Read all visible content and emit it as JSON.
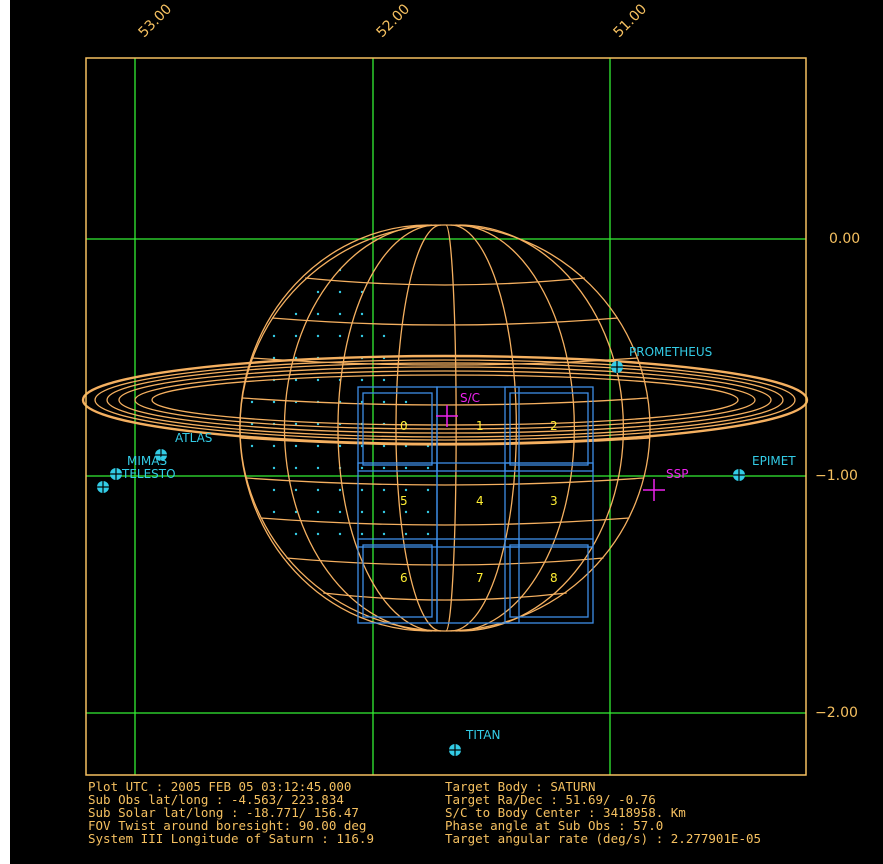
{
  "colors": {
    "background": "#000000",
    "frame": "#f5c060",
    "grid": "#33ee33",
    "planet": "#f5b060",
    "footprint": "#3d8ee6",
    "moon": "#33cce6",
    "marker": "#ee22ee",
    "tile_label": "#ffee33"
  },
  "ra_ticks": [
    "53.00",
    "52.00",
    "51.00"
  ],
  "dec_ticks": [
    "0.00",
    "−1.00",
    "−2.00"
  ],
  "tiles": [
    "0",
    "1",
    "2",
    "5",
    "4",
    "3",
    "6",
    "7",
    "8"
  ],
  "moons": [
    "PROMETHEUS",
    "ATLAS",
    "MIMAS",
    "TELESTO",
    "EPIMET",
    "TITAN"
  ],
  "markers": [
    "S/C",
    "SSP"
  ],
  "info_left": [
    "Plot UTC : 2005 FEB 05 03:12:45.000",
    "Sub Obs lat/long :  -4.563/ 223.834",
    "Sub Solar lat/long : -18.771/ 156.47",
    "FOV Twist around boresight:   90.00 deg",
    "System III Longitude of Saturn : 116.9"
  ],
  "info_right": [
    "Target Body : SATURN",
    "Target Ra/Dec :  51.69/ -0.76",
    "S/C to Body Center :      3418958. Km",
    "Phase angle at Sub Obs :  57.0",
    "Target angular rate (deg/s) :    2.277901E-05"
  ]
}
